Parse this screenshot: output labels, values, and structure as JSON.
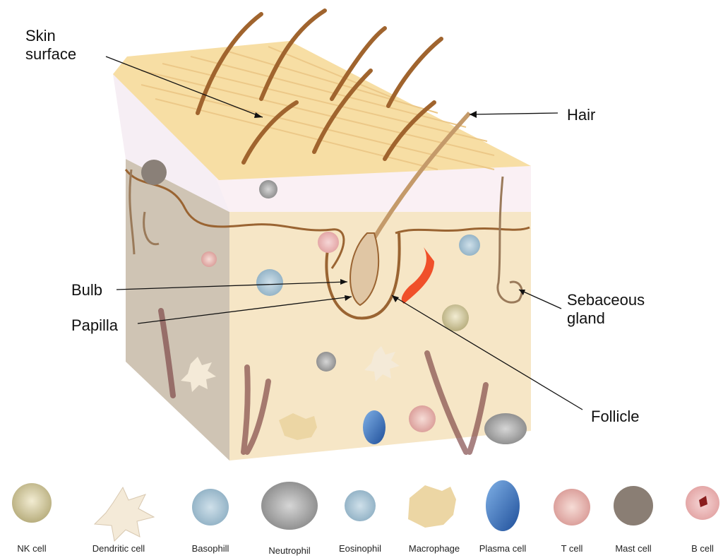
{
  "callouts": {
    "skin_surface": "Skin\nsurface",
    "hair": "Hair",
    "bulb": "Bulb",
    "papilla": "Papilla",
    "sebaceous_gland": "Sebaceous\ngland",
    "follicle": "Follicle"
  },
  "legend": [
    {
      "label": "NK cell",
      "icon": "nk-cell-icon"
    },
    {
      "label": "Dendritic cell",
      "icon": "dendritic-cell-icon"
    },
    {
      "label": "Basophill",
      "icon": "basophil-icon"
    },
    {
      "label": "Neutrophil",
      "icon": "neutrophil-icon"
    },
    {
      "label": "Eosinophil",
      "icon": "eosinophil-icon"
    },
    {
      "label": "Macrophage",
      "icon": "macrophage-icon"
    },
    {
      "label": "Plasma cell",
      "icon": "plasma-cell-icon"
    },
    {
      "label": "T cell",
      "icon": "t-cell-icon"
    },
    {
      "label": "Mast cell",
      "icon": "mast-cell-icon"
    },
    {
      "label": "B cell",
      "icon": "b-cell-icon"
    }
  ],
  "colors": {
    "surface": "#f6dca0",
    "dermis_front": "#f6e6c6",
    "dermis_side": "#cfc4b4",
    "hair": "#a0642e",
    "epidermis": "#f9eef6",
    "sebaceous_red": "#f0502a"
  }
}
